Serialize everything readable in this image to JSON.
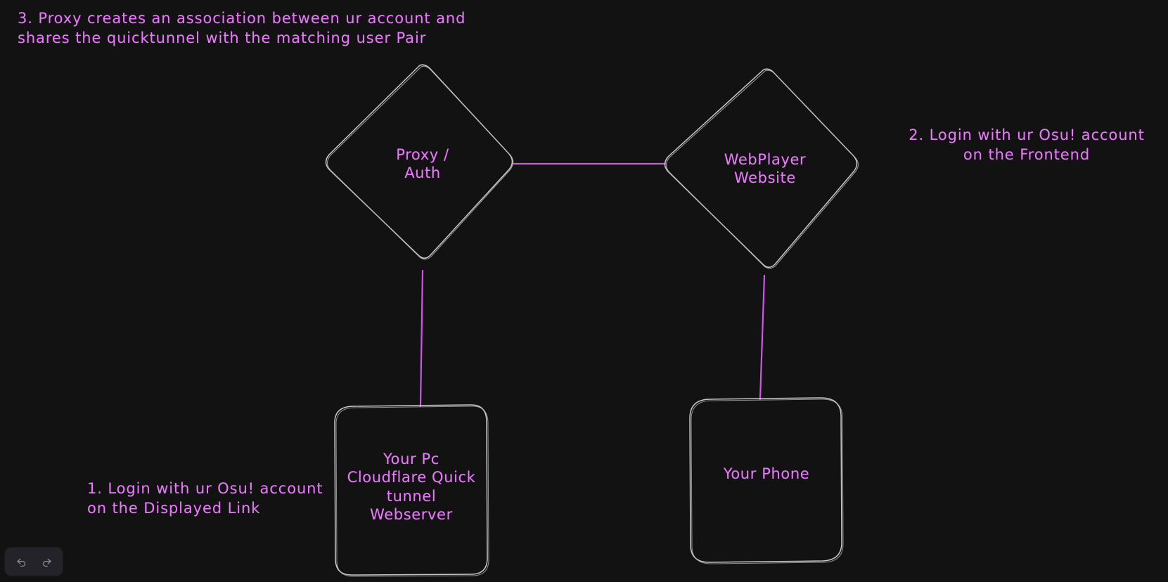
{
  "canvas": {
    "background_color": "#121212",
    "stroke_color": "#c9c9c9",
    "accent_color": "#e879f9",
    "connector_color": "#d155e8"
  },
  "nodes": [
    {
      "id": "proxy-auth",
      "shape": "diamond",
      "label": "Proxy /\nAuth"
    },
    {
      "id": "webplayer-website",
      "shape": "diamond",
      "label": "WebPlayer\nWebsite"
    },
    {
      "id": "your-pc",
      "shape": "rounded-rect",
      "label": "Your Pc\nCloudflare Quick\ntunnel\nWebserver"
    },
    {
      "id": "your-phone",
      "shape": "rounded-rect",
      "label": "Your Phone"
    }
  ],
  "annotations": [
    {
      "id": "step-3",
      "text": "3. Proxy creates an association between ur account and\n shares the quicktunnel with the matching user Pair"
    },
    {
      "id": "step-2",
      "text": "2. Login with ur Osu! account\non the Frontend"
    },
    {
      "id": "step-1",
      "text": "1. Login with ur Osu! account\non the Displayed Link"
    }
  ],
  "toolbar": {
    "undo_label": "Undo",
    "redo_label": "Redo",
    "undo_icon": "undo-arrow-icon",
    "redo_icon": "redo-arrow-icon"
  }
}
